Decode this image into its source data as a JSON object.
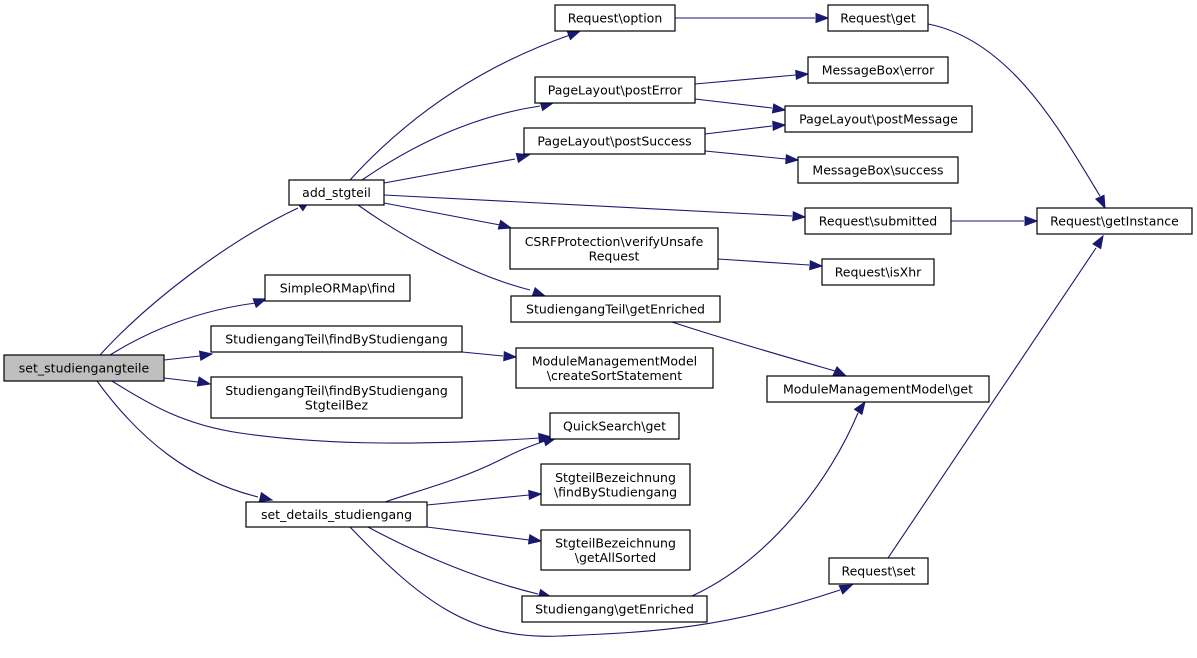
{
  "diagram": {
    "type": "call-graph",
    "colors": {
      "edge": "#191970",
      "root_fill": "#bfbfbf",
      "node_fill": "#ffffff",
      "node_border": "#000000"
    },
    "nodes": [
      {
        "id": "set_studiengangteile",
        "lines": [
          "set_studiengangteile"
        ],
        "root": true
      },
      {
        "id": "add_stgteil",
        "lines": [
          "add_stgteil"
        ]
      },
      {
        "id": "simpleormap_find",
        "lines": [
          "SimpleORMap\\find"
        ]
      },
      {
        "id": "studiengangteil_findbystudiengang",
        "lines": [
          "StudiengangTeil\\findByStudiengang"
        ]
      },
      {
        "id": "studiengangteil_findbystudiengangstgteilbez",
        "lines": [
          "StudiengangTeil\\findByStudiengang",
          "StgteilBez"
        ]
      },
      {
        "id": "set_details_studiengang",
        "lines": [
          "set_details_studiengang"
        ]
      },
      {
        "id": "request_option",
        "lines": [
          "Request\\option"
        ]
      },
      {
        "id": "pagelayout_posterror",
        "lines": [
          "PageLayout\\postError"
        ]
      },
      {
        "id": "pagelayout_postsuccess",
        "lines": [
          "PageLayout\\postSuccess"
        ]
      },
      {
        "id": "csrfprotection_verifyunsaferequest",
        "lines": [
          "CSRFProtection\\verifyUnsafe",
          "Request"
        ]
      },
      {
        "id": "studiengangteil_getenriched",
        "lines": [
          "StudiengangTeil\\getEnriched"
        ]
      },
      {
        "id": "modulemanagementmodel_createsortstatement",
        "lines": [
          "ModuleManagementModel",
          "\\createSortStatement"
        ]
      },
      {
        "id": "quicksearch_get",
        "lines": [
          "QuickSearch\\get"
        ]
      },
      {
        "id": "stgteilbezeichnung_findbystudiengang",
        "lines": [
          "StgteilBezeichnung",
          "\\findByStudiengang"
        ]
      },
      {
        "id": "stgteilbezeichnung_getallsorted",
        "lines": [
          "StgteilBezeichnung",
          "\\getAllSorted"
        ]
      },
      {
        "id": "studiengang_getenriched",
        "lines": [
          "Studiengang\\getEnriched"
        ]
      },
      {
        "id": "request_get",
        "lines": [
          "Request\\get"
        ]
      },
      {
        "id": "messagebox_error",
        "lines": [
          "MessageBox\\error"
        ]
      },
      {
        "id": "pagelayout_postmessage",
        "lines": [
          "PageLayout\\postMessage"
        ]
      },
      {
        "id": "messagebox_success",
        "lines": [
          "MessageBox\\success"
        ]
      },
      {
        "id": "request_submitted",
        "lines": [
          "Request\\submitted"
        ]
      },
      {
        "id": "request_isxhr",
        "lines": [
          "Request\\isXhr"
        ]
      },
      {
        "id": "modulemanagementmodel_get",
        "lines": [
          "ModuleManagementModel\\get"
        ]
      },
      {
        "id": "request_set",
        "lines": [
          "Request\\set"
        ]
      },
      {
        "id": "request_getinstance",
        "lines": [
          "Request\\getInstance"
        ]
      }
    ],
    "edges": [
      {
        "from": "set_studiengangteile",
        "to": "add_stgteil"
      },
      {
        "from": "set_studiengangteile",
        "to": "simpleormap_find"
      },
      {
        "from": "set_studiengangteile",
        "to": "studiengangteil_findbystudiengang"
      },
      {
        "from": "set_studiengangteile",
        "to": "studiengangteil_findbystudiengangstgteilbez"
      },
      {
        "from": "set_studiengangteile",
        "to": "quicksearch_get"
      },
      {
        "from": "set_studiengangteile",
        "to": "set_details_studiengang"
      },
      {
        "from": "add_stgteil",
        "to": "request_option"
      },
      {
        "from": "add_stgteil",
        "to": "pagelayout_posterror"
      },
      {
        "from": "add_stgteil",
        "to": "pagelayout_postsuccess"
      },
      {
        "from": "add_stgteil",
        "to": "request_submitted"
      },
      {
        "from": "add_stgteil",
        "to": "csrfprotection_verifyunsaferequest"
      },
      {
        "from": "add_stgteil",
        "to": "studiengangteil_getenriched"
      },
      {
        "from": "request_option",
        "to": "request_get"
      },
      {
        "from": "request_get",
        "to": "request_getinstance"
      },
      {
        "from": "pagelayout_posterror",
        "to": "messagebox_error"
      },
      {
        "from": "pagelayout_posterror",
        "to": "pagelayout_postmessage"
      },
      {
        "from": "pagelayout_postsuccess",
        "to": "pagelayout_postmessage"
      },
      {
        "from": "pagelayout_postsuccess",
        "to": "messagebox_success"
      },
      {
        "from": "request_submitted",
        "to": "request_getinstance"
      },
      {
        "from": "csrfprotection_verifyunsaferequest",
        "to": "request_isxhr"
      },
      {
        "from": "studiengangteil_getenriched",
        "to": "modulemanagementmodel_get"
      },
      {
        "from": "studiengangteil_findbystudiengang",
        "to": "modulemanagementmodel_createsortstatement"
      },
      {
        "from": "set_details_studiengang",
        "to": "quicksearch_get"
      },
      {
        "from": "set_details_studiengang",
        "to": "stgteilbezeichnung_findbystudiengang"
      },
      {
        "from": "set_details_studiengang",
        "to": "stgteilbezeichnung_getallsorted"
      },
      {
        "from": "set_details_studiengang",
        "to": "studiengang_getenriched"
      },
      {
        "from": "set_details_studiengang",
        "to": "request_set"
      },
      {
        "from": "studiengang_getenriched",
        "to": "modulemanagementmodel_get"
      },
      {
        "from": "request_set",
        "to": "request_getinstance"
      }
    ]
  }
}
